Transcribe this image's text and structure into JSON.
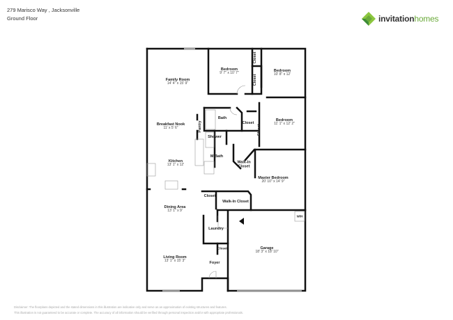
{
  "header": {
    "address": "279 Marisco Way , Jacksonville",
    "floor": "Ground Floor"
  },
  "logo": {
    "brand_a": "invitation",
    "brand_b": "homes",
    "icon": "green-diamond-logo",
    "colors": [
      "#6aaa3a",
      "#3d8b37",
      "#8cc63f"
    ]
  },
  "rooms": [
    {
      "name": "Family Room",
      "dims": "14' 4\" x 15' 9\""
    },
    {
      "name": "Bedroom",
      "dims": "9' 7\" x 10' 7\""
    },
    {
      "name": "Bedroom",
      "dims": "10' 8\" x 12'"
    },
    {
      "name": "Bedroom",
      "dims": "11' 1\" x 12' 2\""
    },
    {
      "name": "Breakfast Nook",
      "dims": "11' x 5' 6\""
    },
    {
      "name": "Kitchen",
      "dims": "13' 1\" x 12'"
    },
    {
      "name": "Master Bedroom",
      "dims": "20' 10\" x 14' 9\""
    },
    {
      "name": "Dining Area",
      "dims": "13' 1\" x 9'"
    },
    {
      "name": "Living Room",
      "dims": "13' 1\" x 15' 3\""
    },
    {
      "name": "Garage",
      "dims": "18' 3\" x 18' 10\""
    }
  ],
  "labels": {
    "closet": "Closet",
    "bath": "Bath",
    "pantry": "Pantry",
    "shower": "Shower",
    "m_bath": "M.Bath",
    "walk_in_closet_a": "Walk-In",
    "walk_in_closet_b": "Closet",
    "walk_in_closet": "Walk-In Closet",
    "laundry": "Laundry",
    "foyer": "Foyer",
    "wh": "W/H"
  },
  "disclaimer": {
    "line1": "Disclaimer: The floorplans depicted and the stated dimensions in this illustration are indicative only and serve as an approximation of existing structures and features.",
    "line2": "This illustration is not guaranteed to be accurate or complete. The accuracy of all information should be verified through personal inspection and/or with appropriate professionals."
  }
}
